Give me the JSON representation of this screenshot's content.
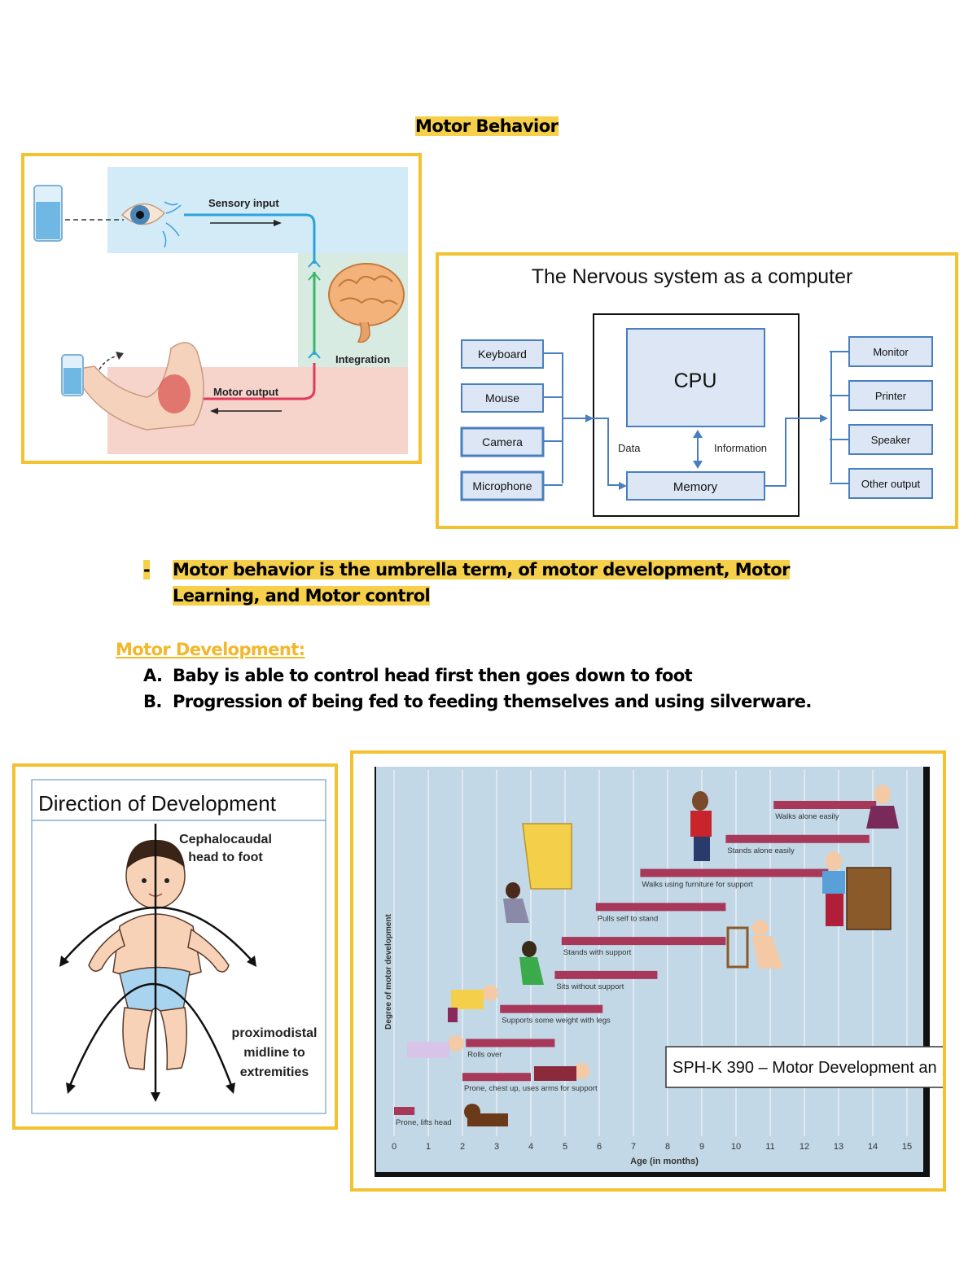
{
  "title": "Motor Behavior",
  "reflex_figure": {
    "sensory_label": "Sensory input",
    "integration_label": "Integration",
    "motor_label": "Motor output"
  },
  "computer_figure": {
    "title": "The Nervous system as a computer",
    "inputs": [
      "Keyboard",
      "Mouse",
      "Camera",
      "Microphone"
    ],
    "cpu": "CPU",
    "memory": "Memory",
    "data_label": "Data",
    "info_label": "Information",
    "outputs": [
      "Monitor",
      "Printer",
      "Speaker",
      "Other output"
    ]
  },
  "bullet": {
    "marker": "-",
    "line1": "Motor behavior is the umbrella term, of motor development, Motor",
    "line2": "Learning, and Motor control"
  },
  "motor_development": {
    "heading": "Motor Development:",
    "items": [
      {
        "marker": "A.",
        "text": "Baby is able to control head first then goes down to foot"
      },
      {
        "marker": "B.",
        "text": "Progression of being fed to feeding themselves and using silverware."
      }
    ]
  },
  "direction_figure": {
    "title": "Direction of Development",
    "cephalo_line1": "Cephalocaudal",
    "cephalo_line2": "head to foot",
    "proximo_line1": "proximodistal",
    "proximo_line2": "midline to",
    "proximo_line3": "extremities"
  },
  "milestone_chart": {
    "ylabel": "Degree of motor development",
    "xlabel": "Age (in months)",
    "caption": "SPH-K 390 – Motor Development an",
    "colors": {
      "bar": "#a8385a",
      "background": "#c2d8e6"
    }
  },
  "chart_data": {
    "type": "bar",
    "orientation": "horizontal",
    "xlabel": "Age (in months)",
    "ylabel": "Degree of motor development",
    "xticks": [
      0,
      1,
      2,
      3,
      4,
      5,
      6,
      7,
      8,
      9,
      10,
      11,
      12,
      13,
      14,
      15
    ],
    "xlim": [
      0,
      15
    ],
    "milestones": [
      {
        "label": "Prone, lifts head",
        "start": 0,
        "end": 0.6
      },
      {
        "label": "Prone, chest up, uses arms for support",
        "start": 2,
        "end": 4
      },
      {
        "label": "Rolls over",
        "start": 2.1,
        "end": 4.7
      },
      {
        "label": "Supports some weight with legs",
        "start": 3.1,
        "end": 6.1
      },
      {
        "label": "Sits without support",
        "start": 4.7,
        "end": 7.7
      },
      {
        "label": "Stands with support",
        "start": 4.9,
        "end": 9.7
      },
      {
        "label": "Pulls self to stand",
        "start": 5.9,
        "end": 9.7
      },
      {
        "label": "Walks using furniture for support",
        "start": 7.2,
        "end": 12.7
      },
      {
        "label": "Stands alone easily",
        "start": 9.7,
        "end": 13.9
      },
      {
        "label": "Walks alone easily",
        "start": 11.1,
        "end": 14.1
      }
    ]
  }
}
